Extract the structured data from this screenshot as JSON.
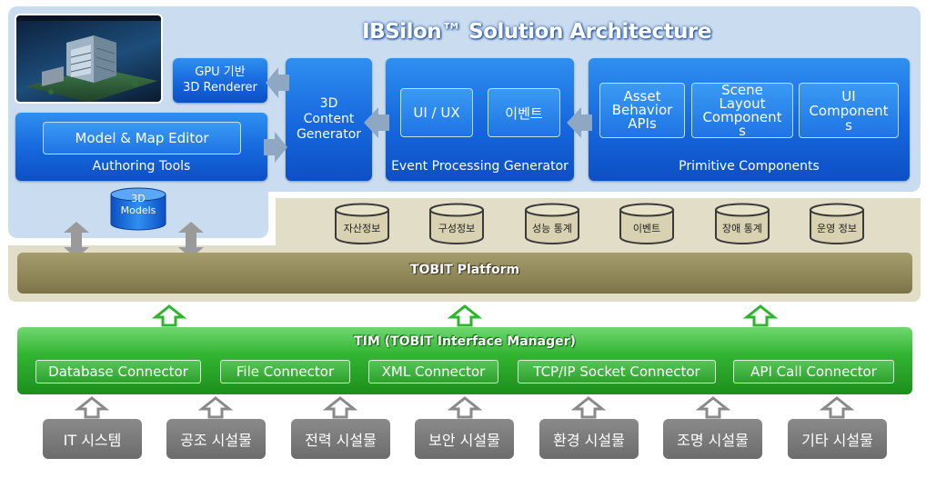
{
  "title": "IBSilon™ Solution Architecture",
  "authoring": {
    "gpu_renderer_line1": "GPU 기반",
    "gpu_renderer_line2": "3D Renderer",
    "model_map_editor": "Model & Map Editor",
    "authoring_tools": "Authoring Tools",
    "models_line1": "3D",
    "models_line2": "Models",
    "content_generator_line1": "3D",
    "content_generator_line2": "Content",
    "content_generator_line3": "Generator"
  },
  "event_processing": {
    "label": "Event Processing Generator",
    "items": [
      "UI / UX",
      "이벤트"
    ]
  },
  "primitive_components": {
    "label": "Primitive Components",
    "items": [
      {
        "lines": [
          "Asset",
          "Behavior",
          "APIs"
        ]
      },
      {
        "lines": [
          "Scene",
          "Layout",
          "Component",
          "s"
        ]
      },
      {
        "lines": [
          "UI",
          "Component",
          "s"
        ]
      }
    ]
  },
  "data_stores": [
    "자산정보",
    "구성정보",
    "성능 통계",
    "이벤트",
    "장애 통계",
    "운영 정보"
  ],
  "platform": {
    "label": "TOBIT Platform"
  },
  "tim": {
    "title": "TIM (TOBIT Interface Manager)",
    "connectors": [
      "Database Connector",
      "File Connector",
      "XML Connector",
      "TCP/IP Socket Connector",
      "API Call Connector"
    ]
  },
  "sources": [
    "IT 시스템",
    "공조 시설물",
    "전력 시설물",
    "보안 시설물",
    "환경 시설물",
    "조명 시설물",
    "기타 시설물"
  ],
  "colors": {
    "panel_blue": "#c9dcf0",
    "box_blue": "#1667dd",
    "platform_olive": "#8f8658",
    "tim_green": "#33b533",
    "source_grey": "#7a7a7a",
    "arrow_green": "#2db52d"
  }
}
